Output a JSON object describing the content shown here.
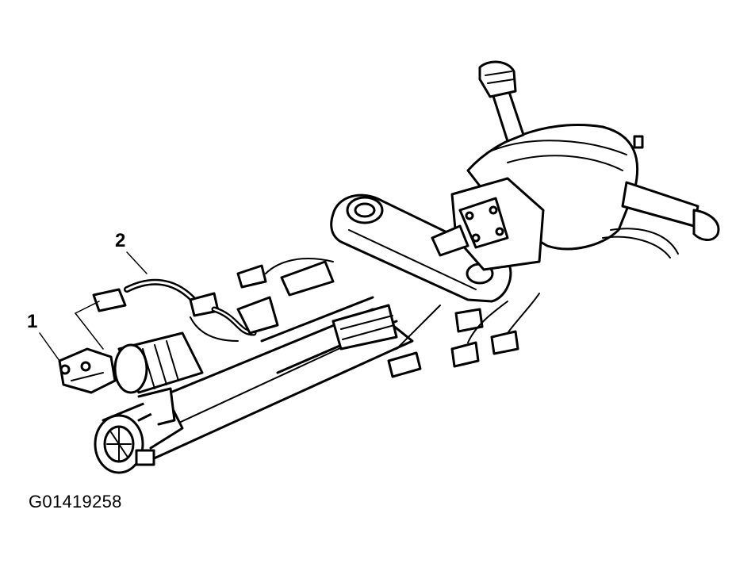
{
  "callouts": {
    "item1": "1",
    "item2": "2"
  },
  "figure_id": "G01419258",
  "colors": {
    "ink": "#000000",
    "paper": "#ffffff"
  }
}
